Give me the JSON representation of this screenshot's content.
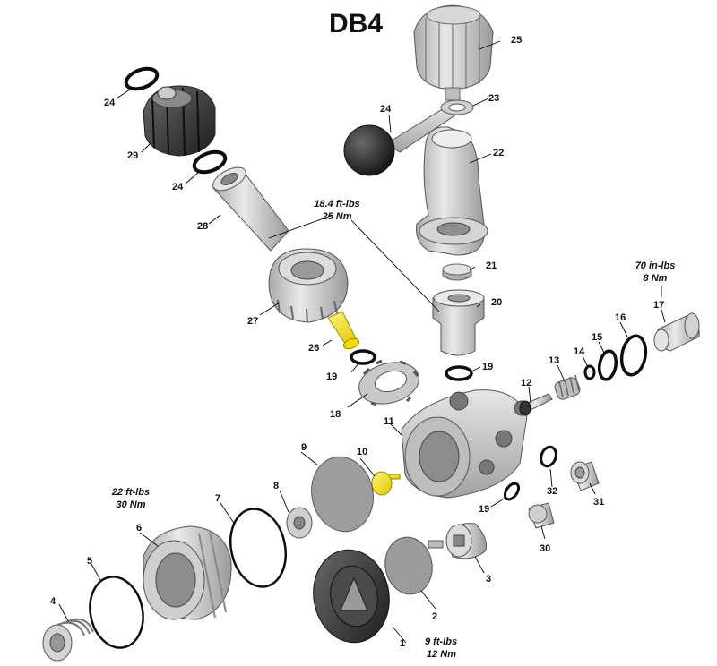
{
  "title": "DB4",
  "part_numbers": {
    "p1": "1",
    "p2": "2",
    "p3": "3",
    "p4": "4",
    "p5": "5",
    "p6": "6",
    "p7": "7",
    "p8": "8",
    "p9": "9",
    "p10": "10",
    "p11": "11",
    "p12": "12",
    "p13": "13",
    "p14": "14",
    "p15": "15",
    "p16": "16",
    "p17": "17",
    "p18": "18",
    "p19a": "19",
    "p19b": "19",
    "p19c": "19",
    "p20": "20",
    "p21": "21",
    "p22": "22",
    "p23": "23",
    "p24a": "24",
    "p24b": "24",
    "p24c": "24",
    "p25": "25",
    "p26": "26",
    "p27": "27",
    "p28": "28",
    "p29": "29",
    "p30": "30",
    "p31": "31",
    "p32": "32"
  },
  "torque_specs": {
    "t28_imperial": "18.4 ft-lbs",
    "t28_metric": "25 Nm",
    "t17_imperial": "70 in-lbs",
    "t17_metric": "8 Nm",
    "t6_imperial": "22 ft-lbs",
    "t6_metric": "30 Nm",
    "t1_imperial": "9 ft-lbs",
    "t1_metric": "12 Nm"
  },
  "colors": {
    "metal": "#c8c8c8",
    "dark_plastic": "#3a3a3a",
    "yellow_part": "#f4e000",
    "seat_gray": "#8a8a8a"
  }
}
